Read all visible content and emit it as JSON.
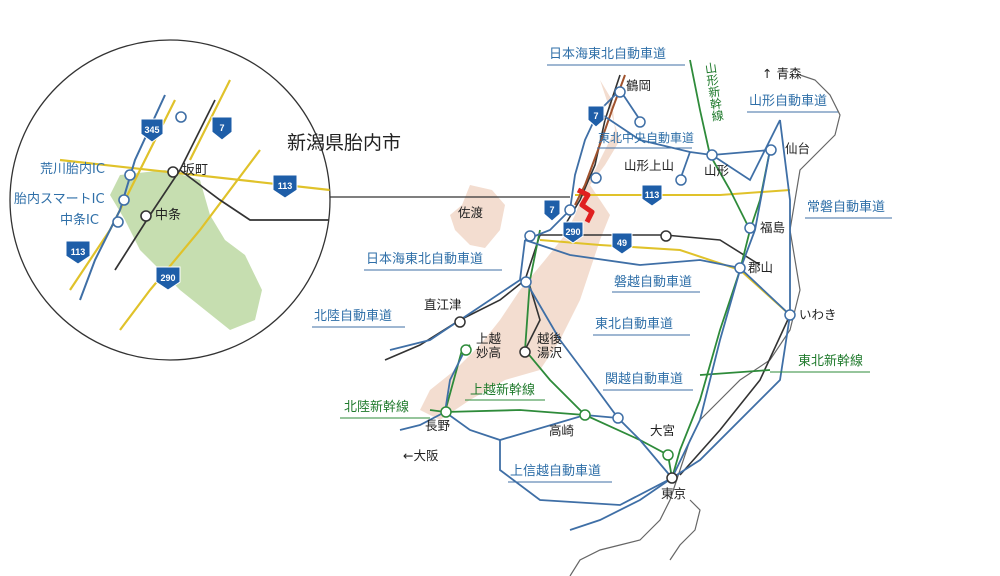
{
  "title": "新潟県胎内市",
  "colors": {
    "highway": "#3f6fa6",
    "shinkansen": "#2e8b3a",
    "jr_line": "#333333",
    "national_route": "#e0c22a",
    "land": "#f3ddd0",
    "sea_outline": "#555555",
    "tainai_area": "#c6deb0",
    "tainai_highlight": "#e02020"
  },
  "inset": {
    "labels": {
      "arakawa_ic": "荒川胎内IC",
      "smart_ic": "胎内スマートIC",
      "nakajo_ic": "中条IC",
      "sakamachi": "坂町",
      "nakajo": "中条"
    },
    "shields": {
      "r345": "345",
      "r7": "7",
      "r113": "113",
      "r113b": "113",
      "r290": "290"
    }
  },
  "highways": {
    "nihonkai_tohoku_top": "日本海東北自動車道",
    "nihonkai_tohoku_mid": "日本海東北自動車道",
    "tohoku_chuo": "東北中央自動車道",
    "yamagata": "山形自動車道",
    "joban": "常磐自動車道",
    "banetsu": "磐越自動車道",
    "tohoku": "東北自動車道",
    "hokuriku": "北陸自動車道",
    "kanetsu": "関越自動車道",
    "joshinetsu": "上信越自動車道"
  },
  "shinkansen": {
    "yamagata": "山形新幹線",
    "tohoku": "東北新幹線",
    "joetsu": "上越新幹線",
    "hokuriku": "北陸新幹線"
  },
  "cities": {
    "tsuruoka": "鶴岡",
    "yamagata_kamiyama": "山形上山",
    "yamagata": "山形",
    "sendai": "仙台",
    "fukushima": "福島",
    "koriyama": "郡山",
    "iwaki": "いわき",
    "sado": "佐渡",
    "naoetsu": "直江津",
    "joetsu_myoko": "上越\n妙高",
    "echigo_yuzawa": "越後\n湯沢",
    "nagano": "長野",
    "takasaki": "高崎",
    "omiya": "大宮",
    "tokyo": "東京",
    "aomori": "↑ 青森",
    "osaka": "←大阪"
  },
  "main_shields": {
    "r7_north": "7",
    "r7_south": "7",
    "r113": "113",
    "r290": "290",
    "r49": "49"
  }
}
